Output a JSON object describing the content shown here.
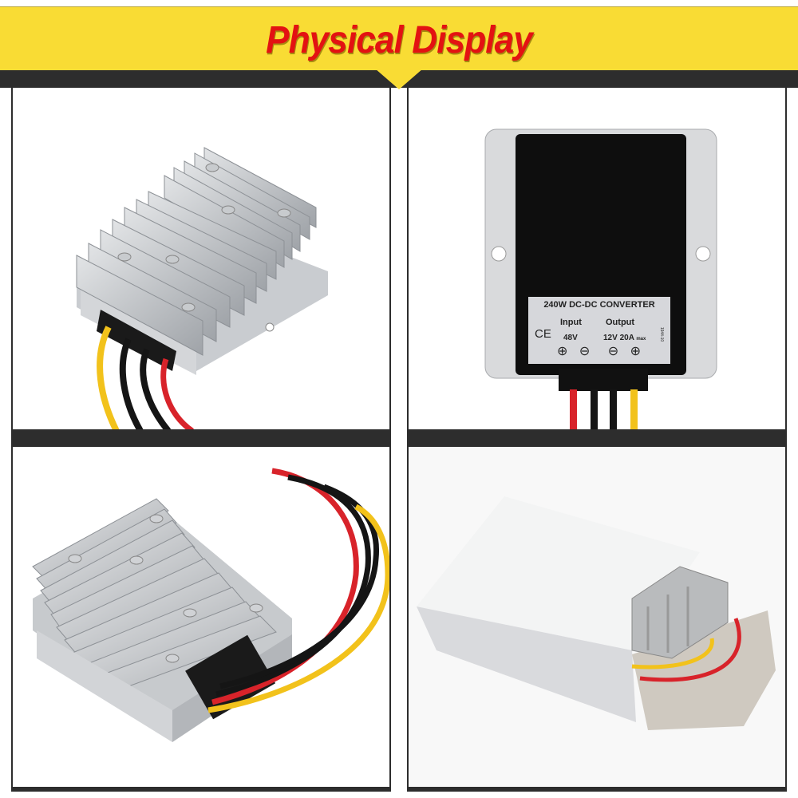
{
  "banner": {
    "title": "Physical Display",
    "background_color": "#f9dc34",
    "title_color": "#e31212",
    "bar_color": "#2d2d2d"
  },
  "panels": [
    {
      "id": "top-left",
      "description": "Aluminum heatsink DC-DC converter, angled view with yellow, black, black, red wires"
    },
    {
      "id": "top-right",
      "description": "Converter bottom view with label",
      "label": {
        "title": "240W DC-DC CONVERTER",
        "cert": "CE",
        "input_heading": "Input",
        "input_value": "48V",
        "output_heading": "Output",
        "output_value": "12V 20A",
        "output_suffix": "max",
        "side_code": "1944-10",
        "terminals": [
          "⊕",
          "⊖",
          "⊖",
          "⊕"
        ]
      }
    },
    {
      "id": "bottom-left",
      "description": "Converter with long red, black, black, yellow wires"
    },
    {
      "id": "bottom-right",
      "description": "Converter packaged in white box"
    }
  ],
  "wire_colors": {
    "red": "#d8232a",
    "black": "#151515",
    "yellow": "#f2c21b"
  }
}
